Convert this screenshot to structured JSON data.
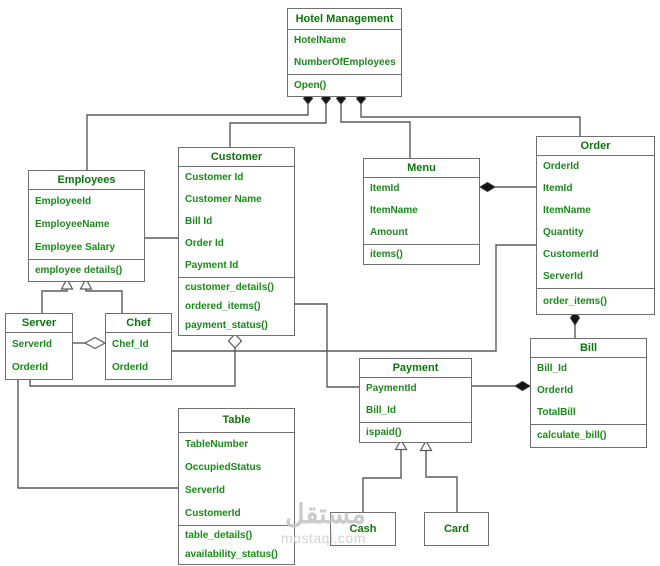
{
  "diagram": {
    "classes": [
      {
        "id": "hotel",
        "title": "Hotel Management",
        "attributes": [
          "HotelName",
          "NumberOfEmployees"
        ],
        "methods": [
          "Open()"
        ]
      },
      {
        "id": "employees",
        "title": "Employees",
        "attributes": [
          "EmployeeId",
          "EmployeeName",
          "Employee Salary"
        ],
        "methods": [
          "employee details()"
        ]
      },
      {
        "id": "customer",
        "title": "Customer",
        "attributes": [
          "Customer Id",
          "Customer Name",
          "Bill Id",
          "Order Id",
          "Payment Id"
        ],
        "methods": [
          "customer_details()",
          "ordered_items()",
          "payment_status()"
        ]
      },
      {
        "id": "menu",
        "title": "Menu",
        "attributes": [
          "ItemId",
          "ItemName",
          "Amount"
        ],
        "methods": [
          "items()"
        ]
      },
      {
        "id": "order",
        "title": "Order",
        "attributes": [
          "OrderId",
          "ItemId",
          "ItemName",
          "Quantity",
          "CustomerId",
          "ServerId"
        ],
        "methods": [
          "order_items()"
        ]
      },
      {
        "id": "server",
        "title": "Server",
        "attributes": [
          "ServerId",
          "OrderId"
        ],
        "methods": []
      },
      {
        "id": "chef",
        "title": "Chef",
        "attributes": [
          "Chef_Id",
          "OrderId"
        ],
        "methods": []
      },
      {
        "id": "bill",
        "title": "Bill",
        "attributes": [
          "Bill_Id",
          "OrderId",
          "TotalBill"
        ],
        "methods": [
          "calculate_bill()"
        ]
      },
      {
        "id": "payment",
        "title": "Payment",
        "attributes": [
          "PaymentId",
          "Bill_Id"
        ],
        "methods": [
          "ispaid()"
        ]
      },
      {
        "id": "table",
        "title": "Table",
        "attributes": [
          "TableNumber",
          "OccupiedStatus",
          "ServerId",
          "CustomerId"
        ],
        "methods": [
          "table_details()",
          "availability_status()"
        ]
      },
      {
        "id": "cash",
        "title": "Cash",
        "attributes": [],
        "methods": []
      },
      {
        "id": "card",
        "title": "Card",
        "attributes": [],
        "methods": []
      }
    ],
    "relationships": [
      {
        "from": "Hotel Management",
        "to": "Employees",
        "type": "composition"
      },
      {
        "from": "Hotel Management",
        "to": "Customer",
        "type": "composition"
      },
      {
        "from": "Hotel Management",
        "to": "Menu",
        "type": "composition"
      },
      {
        "from": "Hotel Management",
        "to": "Order",
        "type": "composition"
      },
      {
        "from": "Employees",
        "to": "Customer",
        "type": "association"
      },
      {
        "from": "Server",
        "to": "Employees",
        "type": "generalization"
      },
      {
        "from": "Chef",
        "to": "Employees",
        "type": "generalization"
      },
      {
        "from": "Server",
        "to": "Chef",
        "type": "aggregation"
      },
      {
        "from": "Server",
        "to": "Customer",
        "type": "aggregation"
      },
      {
        "from": "Chef",
        "to": "Order",
        "type": "association"
      },
      {
        "from": "Customer",
        "to": "Payment",
        "type": "association"
      },
      {
        "from": "Order",
        "to": "Menu",
        "type": "composition"
      },
      {
        "from": "Bill",
        "to": "Order",
        "type": "composition"
      },
      {
        "from": "Payment",
        "to": "Bill",
        "type": "composition"
      },
      {
        "from": "Cash",
        "to": "Payment",
        "type": "generalization"
      },
      {
        "from": "Card",
        "to": "Payment",
        "type": "generalization"
      },
      {
        "from": "Server",
        "to": "Table",
        "type": "association"
      }
    ],
    "watermark": {
      "line1": "مستقل",
      "line2": "mostaql.com"
    },
    "colors": {
      "title_text": "#0c750c",
      "member_text": "#1b8a1b",
      "box_border": "#6f6f6f",
      "connector": "#5a5a5a",
      "watermark": "#c6c6c6",
      "background": "#ffffff"
    }
  }
}
